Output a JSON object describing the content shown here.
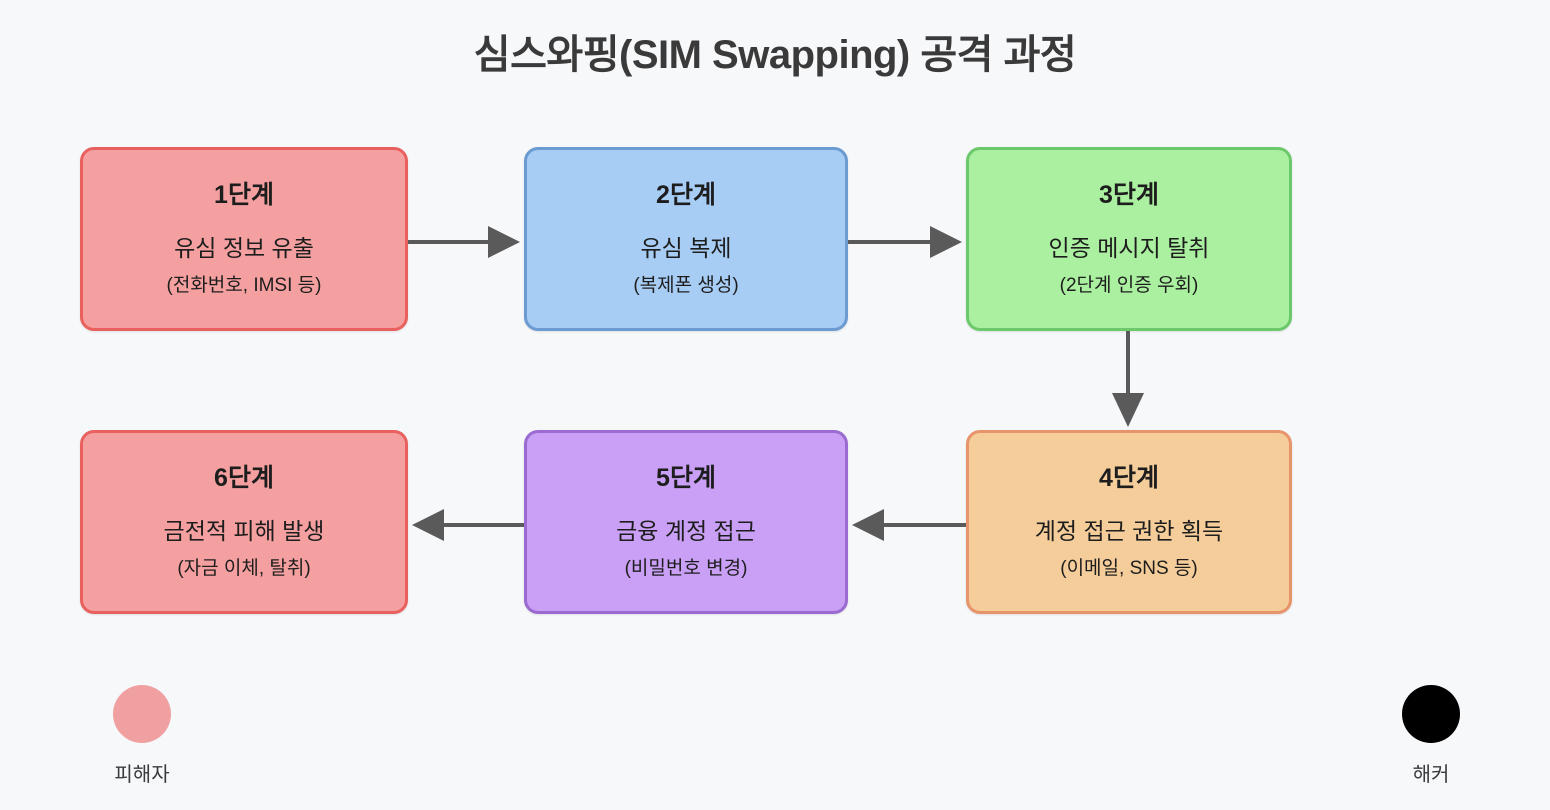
{
  "title": "심스와핑(SIM Swapping) 공격 과정",
  "theme": {
    "background": "#f7f8fa",
    "title_color": "#3a3a3a",
    "arrow_color": "#5a5a5a",
    "text_color": "#1d1d1d"
  },
  "flow": {
    "nodes": [
      {
        "id": "step-1",
        "step": "1단계",
        "desc": "유심 정보 유출",
        "note": "(전화번호, IMSI 등)",
        "fill": "#f5a0a0",
        "border": "#e8615f",
        "actor": "victim"
      },
      {
        "id": "step-2",
        "step": "2단계",
        "desc": "유심 복제",
        "note": "(복제폰 생성)",
        "fill": "#a8cdf5",
        "border": "#6b9bd1",
        "actor": "hacker"
      },
      {
        "id": "step-3",
        "step": "3단계",
        "desc": "인증 메시지 탈취",
        "note": "(2단계 인증 우회)",
        "fill": "#aaf0a0",
        "border": "#6bc96b",
        "actor": "hacker"
      },
      {
        "id": "step-4",
        "step": "4단계",
        "desc": "계정 접근 권한 획득",
        "note": "(이메일, SNS 등)",
        "fill": "#f5cd9b",
        "border": "#e8946b",
        "actor": "hacker"
      },
      {
        "id": "step-5",
        "step": "5단계",
        "desc": "금융 계정 접근",
        "note": "(비밀번호 변경)",
        "fill": "#c9a0f5",
        "border": "#9b6bd1",
        "actor": "hacker"
      },
      {
        "id": "step-6",
        "step": "6단계",
        "desc": "금전적 피해 발생",
        "note": "(자금 이체, 탈취)",
        "fill": "#f5a0a0",
        "border": "#e8615f",
        "actor": "victim"
      }
    ],
    "edges": [
      {
        "from": "step-1",
        "to": "step-2",
        "direction": "right"
      },
      {
        "from": "step-2",
        "to": "step-3",
        "direction": "right"
      },
      {
        "from": "step-3",
        "to": "step-4",
        "direction": "down"
      },
      {
        "from": "step-4",
        "to": "step-5",
        "direction": "left"
      },
      {
        "from": "step-5",
        "to": "step-6",
        "direction": "left"
      }
    ]
  },
  "legend": [
    {
      "id": "victim",
      "label": "피해자",
      "color": "#f0a0a0"
    },
    {
      "id": "hacker",
      "label": "해커",
      "color": "#000000"
    }
  ]
}
